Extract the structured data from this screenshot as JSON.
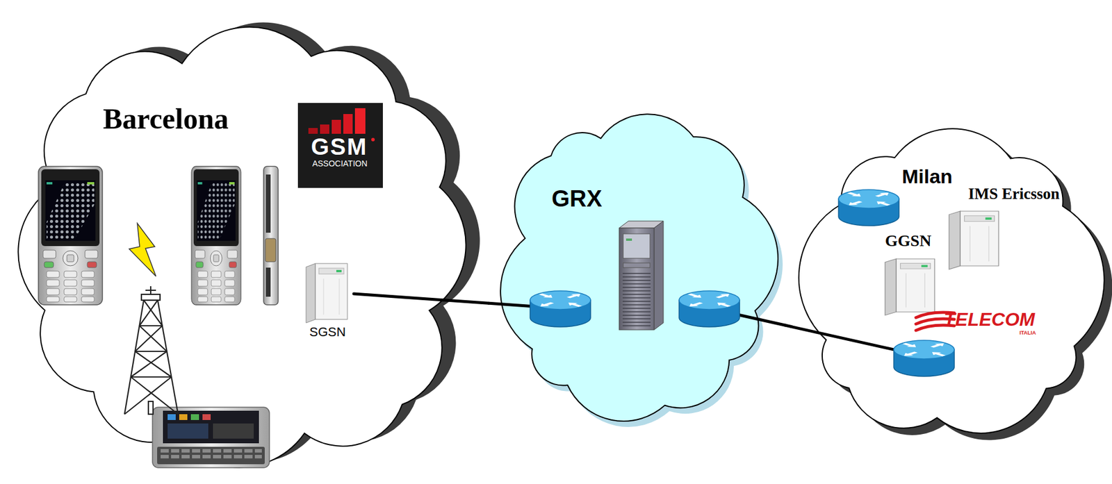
{
  "diagram": {
    "nodes": [
      {
        "text": [
          "Barcelona"
        ]
      },
      {
        "text": [
          "SGSN"
        ],
        "in": 0
      },
      {
        "text": [
          "GRX"
        ]
      },
      {
        "text": [
          "Milan"
        ]
      },
      {
        "text": [
          "GGSN"
        ],
        "in": 3
      },
      {
        "text": [
          "IMS Ericsson"
        ],
        "in": 3
      }
    ],
    "edges": [
      {
        "from": 1,
        "to": 2,
        "arrow": "none"
      },
      {
        "from": 2,
        "to": 3,
        "arrow": "none"
      }
    ],
    "labels": [
      "GSM",
      "ASSOCIATION",
      "TELECOM",
      "ITALIA"
    ]
  }
}
